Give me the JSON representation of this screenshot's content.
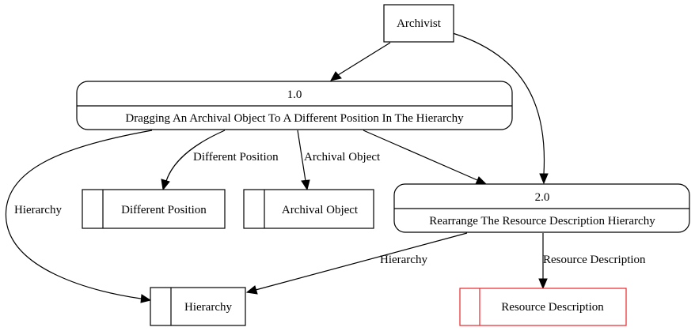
{
  "diagram": {
    "entity": {
      "label": "Archivist"
    },
    "process_1": {
      "number": "1.0",
      "title": "Dragging An Archival Object To A Different Position In The Hierarchy"
    },
    "process_2": {
      "number": "2.0",
      "title": "Rearrange The Resource Description Hierarchy"
    },
    "store_different_position": {
      "label": "Different Position"
    },
    "store_archival_object": {
      "label": "Archival Object"
    },
    "store_hierarchy": {
      "label": "Hierarchy"
    },
    "store_resource_description": {
      "label": "Resource Description",
      "border_color": "#e8262a"
    },
    "edges": {
      "p1_to_different_position": "Different Position",
      "p1_to_archival_object": "Archival Object",
      "p1_to_hierarchy": "Hierarchy",
      "p2_to_hierarchy": "Hierarchy",
      "p2_to_resource_description": "Resource Description"
    }
  }
}
